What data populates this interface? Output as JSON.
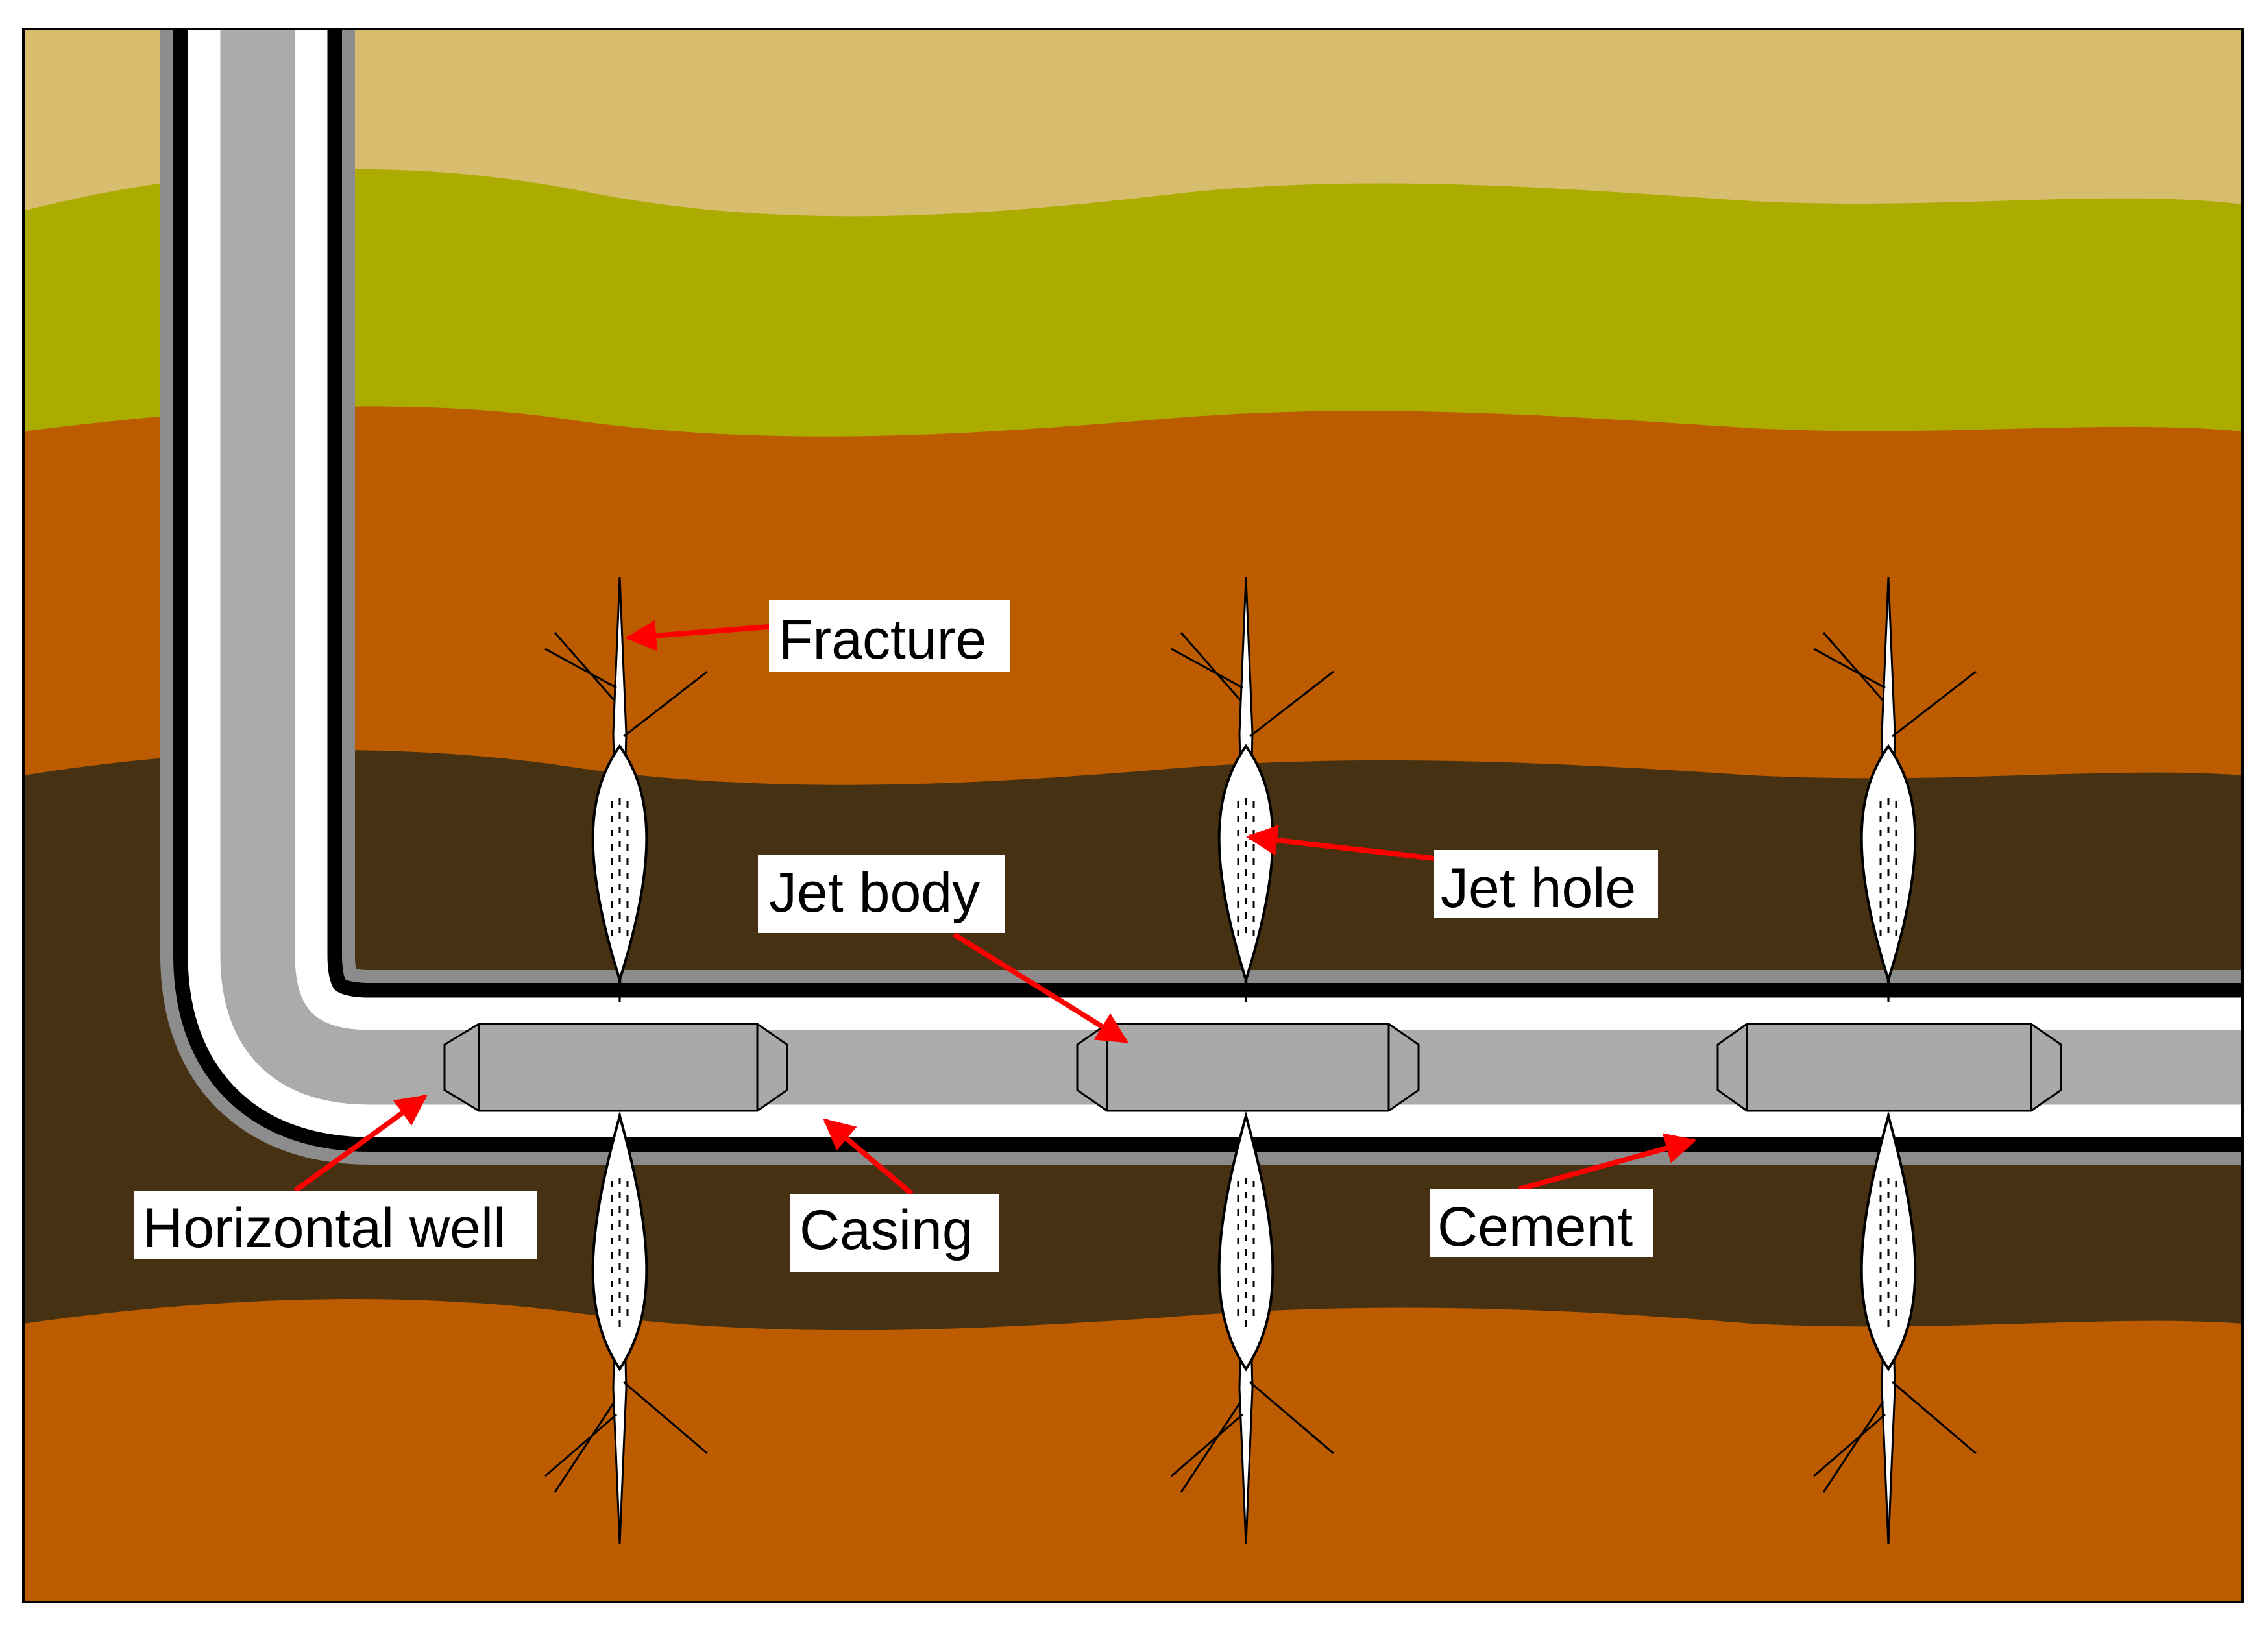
{
  "labels": {
    "fracture": "Fracture",
    "jet_body": "Jet body",
    "jet_hole": "Jet hole",
    "horizontal_well": "Horizontal well",
    "casing": "Casing",
    "cement": "Cement"
  },
  "colors": {
    "layer_top_sand": "#D9BD6E",
    "layer_olive": "#ABAB00",
    "layer_orange": "#BC5B00",
    "layer_dark_brown": "#463212",
    "layer_bottom_orange": "#BC5B00",
    "cement": "#8C8C8C",
    "casing": "#000000",
    "wellbore": "#FFFFFF",
    "tubing": "#ABABAB",
    "jet_body": "#A9A9A9",
    "fracture": "#FFFFFF",
    "arrow": "#FF0000",
    "label_background": "#FFFFFF"
  }
}
